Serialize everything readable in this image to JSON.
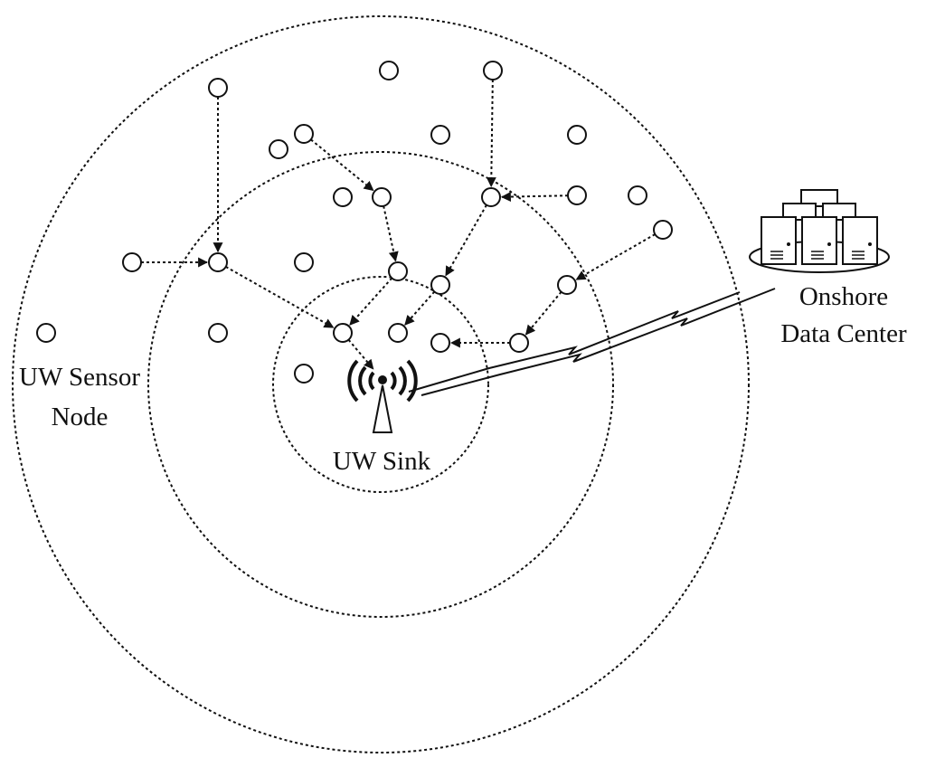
{
  "labels": {
    "sensor_line1": "UW Sensor",
    "sensor_line2": "Node",
    "sink": "UW Sink",
    "center_line1": "Onshore",
    "center_line2": "Data Center"
  },
  "icons": {
    "sink": "antenna-tower-icon",
    "center": "server-rack-icon",
    "link": "wireless-link-icon"
  },
  "colors": {
    "ink": "#111111",
    "background": "#ffffff"
  }
}
